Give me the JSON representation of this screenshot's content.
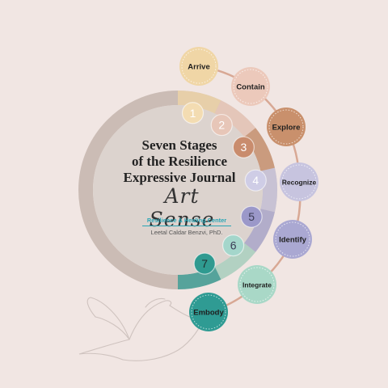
{
  "diagram": {
    "title_lines": [
      "Seven Stages",
      "of the Resilience",
      "Expressive Journal"
    ],
    "logo": {
      "script_text": "Art Sense",
      "subtitle": "Resilience & Healing Center",
      "author": "Leetal Caldar Benzvi, PhD."
    },
    "colors": {
      "background": "#f1e6e3",
      "ring_base": "#cbbcb5",
      "inner_circle": "#dcd3ce",
      "connector": "#d8a894",
      "accent": "#2aa6b6"
    },
    "stages": [
      {
        "number": "1",
        "label": "Arrive",
        "color": "#f0d6a6",
        "number_color": "#f3dcb2"
      },
      {
        "number": "2",
        "label": "Contain",
        "color": "#ecc9bb",
        "number_color": "#e7c6b8"
      },
      {
        "number": "3",
        "label": "Explore",
        "color": "#c9906c",
        "number_color": "#c98c6d"
      },
      {
        "number": "4",
        "label": "Recognize",
        "color": "#c7c4df",
        "number_color": "#cfcde6"
      },
      {
        "number": "5",
        "label": "Identify",
        "color": "#aaa8d2",
        "number_color": "#9b98c9"
      },
      {
        "number": "6",
        "label": "Integrate",
        "color": "#a9d8c7",
        "number_color": "#a4d6cb"
      },
      {
        "number": "7",
        "label": "Embody",
        "color": "#2f9b93",
        "number_color": "#2f9a90"
      }
    ]
  }
}
